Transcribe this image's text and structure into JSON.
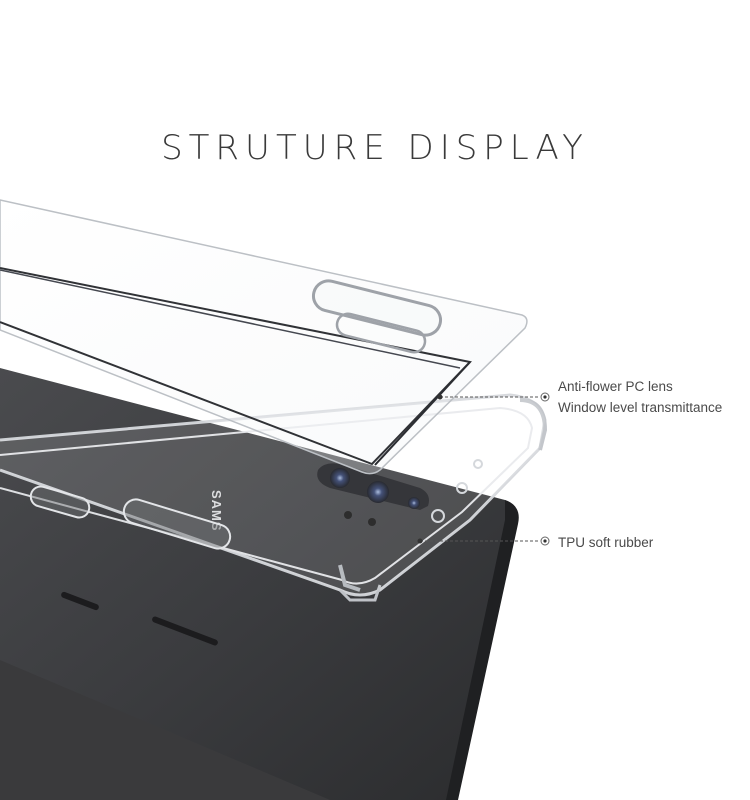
{
  "title": "STRUTURE DISPLAY",
  "annotations": {
    "pc_lens": {
      "line1": "Anti-flower PC lens",
      "line2": "Window level transmittance"
    },
    "tpu": {
      "line1": "TPU soft rubber"
    }
  },
  "phone_logo": "SAMS",
  "colors": {
    "phone_body": "#3d3d3f",
    "phone_edge": "#1e1e20",
    "case_outline": "#c8cbd0",
    "text": "#3a3a3a"
  }
}
